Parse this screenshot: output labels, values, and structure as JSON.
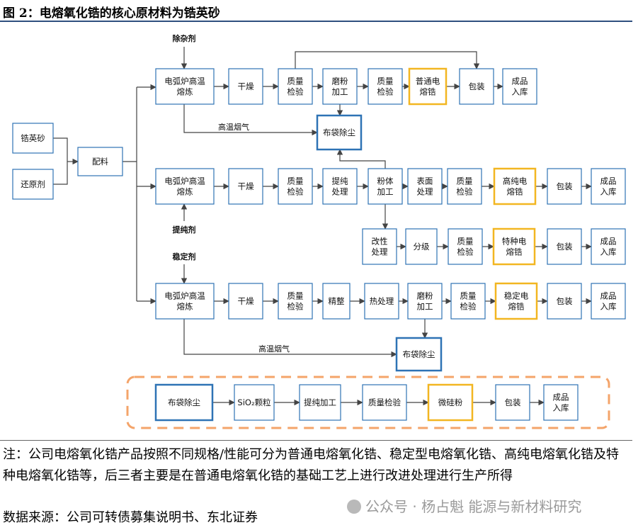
{
  "title": "图 2：电熔氧化锆的核心原材料为锆英砂",
  "inputs": [
    "锆英砂",
    "还原剂",
    "配料"
  ],
  "additives": {
    "remove_impurity": "除杂剂",
    "purify": "提纯剂",
    "stabilize": "稳定剂"
  },
  "row1": [
    "电弧炉高温熔炼",
    "干燥",
    "质量检验",
    "磨粉加工",
    "质量检验",
    "普通电熔锆",
    "包装",
    "成品入库"
  ],
  "row2": [
    "电弧炉高温熔炼",
    "干燥",
    "质量检验",
    "提纯处理",
    "粉体加工",
    "表面处理",
    "质量检验",
    "高纯电熔锆",
    "包装",
    "成品入库"
  ],
  "row3": [
    "改性处理",
    "分级",
    "质量检验",
    "特种电熔锆",
    "包装",
    "成品入库"
  ],
  "row4": [
    "电弧炉高温熔炼",
    "干燥",
    "质量检验",
    "精整",
    "热处理",
    "磨粉加工",
    "质量检验",
    "稳定电熔锆",
    "包装",
    "成品入库"
  ],
  "row5": [
    "布袋除尘",
    "SiO₂颗粒",
    "提纯加工",
    "质量检验",
    "微硅粉",
    "包装",
    "成品入库"
  ],
  "dust": {
    "collector": "布袋除尘",
    "gas": "高温烟气"
  },
  "colors": {
    "box_border": "#2e73b5",
    "product_border": "#f2b621",
    "dashed_border": "#f4a46a",
    "arrow": "#444444"
  },
  "note": "注：公司电熔氧化锆产品按照不同规格/性能可分为普通电熔氧化锆、稳定型电熔氧化锆、高纯电熔氧化锆及特种电熔氧化锆等，后三者主要是在普通电熔氧化锆的基础工艺上进行改进处理进行生产所得",
  "source": "数据来源：公司可转债募集说明书、东北证券",
  "watermark": "公众号 · 杨占魁 能源与新材料研究"
}
